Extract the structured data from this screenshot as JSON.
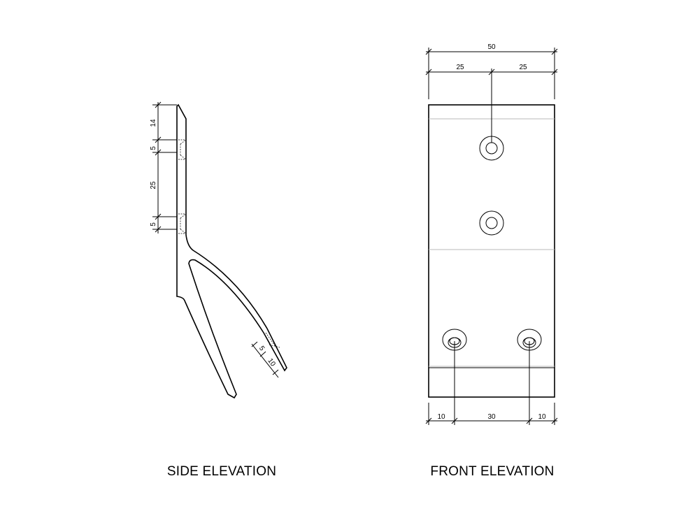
{
  "side_elevation": {
    "caption": "SIDE ELEVATION",
    "dimensions": {
      "top": "14",
      "upper_hole": "5",
      "spacing": "25",
      "lower_hole": "5",
      "tip_thickness": "5",
      "tip_length": "10"
    }
  },
  "front_elevation": {
    "caption": "FRONT ELEVATION",
    "dimensions": {
      "overall_width": "50",
      "left_half": "25",
      "right_half": "25",
      "left_edge": "10",
      "hole_spacing": "30",
      "right_edge": "10"
    }
  }
}
